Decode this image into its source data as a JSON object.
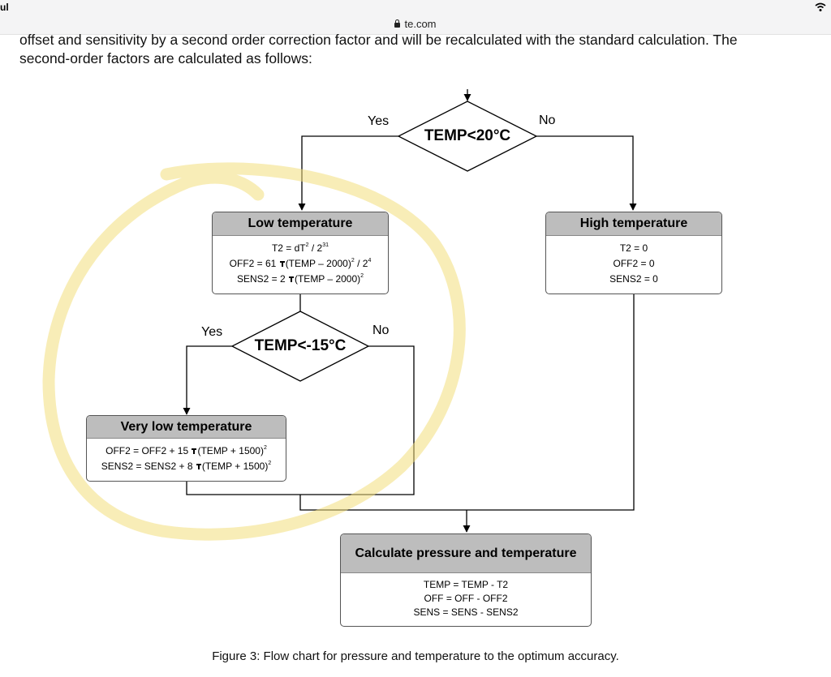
{
  "browser": {
    "status_left": "ul",
    "url": "te.com"
  },
  "intro": {
    "line1": "offset and sensitivity by a second order correction factor and will be recalculated with the standard calculation. The",
    "line2": "second-order factors are calculated as follows:"
  },
  "decision1": {
    "condition": "TEMP<20°C",
    "yes": "Yes",
    "no": "No"
  },
  "low_temp": {
    "title": "Low temperature",
    "t2": {
      "a": "T2 = dT",
      "e1": "2",
      "b": " / 2",
      "e2": "31"
    },
    "off2": {
      "a": "OFF2 = 61 ",
      "b": "(TEMP – 2000)",
      "e1": "2",
      "c": " / 2",
      "e2": "4"
    },
    "sens2": {
      "a": "SENS2 = 2 ",
      "b": "(TEMP – 2000)",
      "e1": "2"
    }
  },
  "high_temp": {
    "title": "High temperature",
    "lines": [
      "T2 = 0",
      "OFF2 = 0",
      "SENS2 = 0"
    ]
  },
  "decision2": {
    "condition": "TEMP<-15°C",
    "yes": "Yes",
    "no": "No"
  },
  "very_low_temp": {
    "title": "Very low temperature",
    "off2": {
      "a": "OFF2 = OFF2 + 15 ",
      "b": "(TEMP + 1500)",
      "e1": "2"
    },
    "sens2": {
      "a": "SENS2 = SENS2 + 8 ",
      "b": "(TEMP + 1500)",
      "e1": "2"
    }
  },
  "calc": {
    "title": "Calculate pressure and temperature",
    "lines": [
      "TEMP = TEMP - T2",
      "OFF = OFF - OFF2",
      "SENS = SENS - SENS2"
    ]
  },
  "caption": "Figure 3: Flow chart for pressure and temperature to the optimum accuracy.",
  "colors": {
    "highlight": "#f3de7c",
    "header_fill": "#bdbdbd"
  }
}
